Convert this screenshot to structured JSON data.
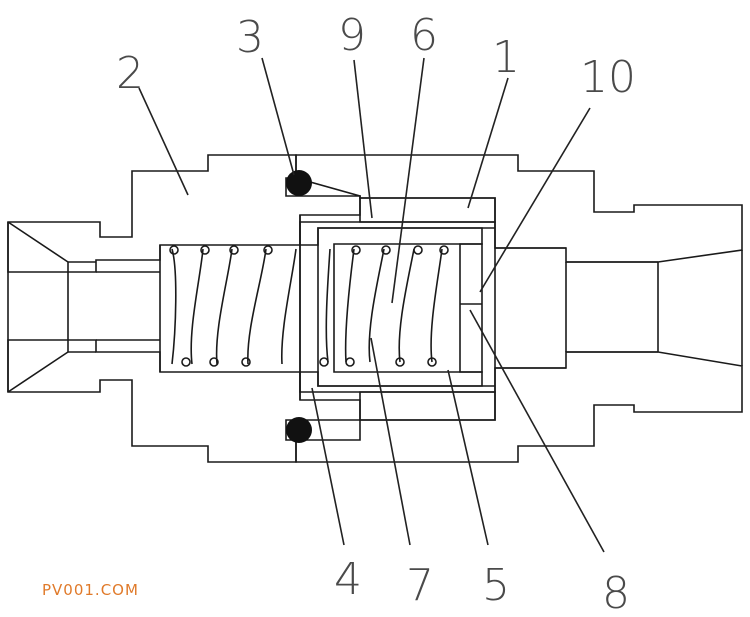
{
  "labels": {
    "l1": "1",
    "l2": "2",
    "l3": "3",
    "l4": "4",
    "l5": "5",
    "l6": "6",
    "l7": "7",
    "l8": "8",
    "l9": "9",
    "l10": "10"
  },
  "watermark": "PV001.COM"
}
